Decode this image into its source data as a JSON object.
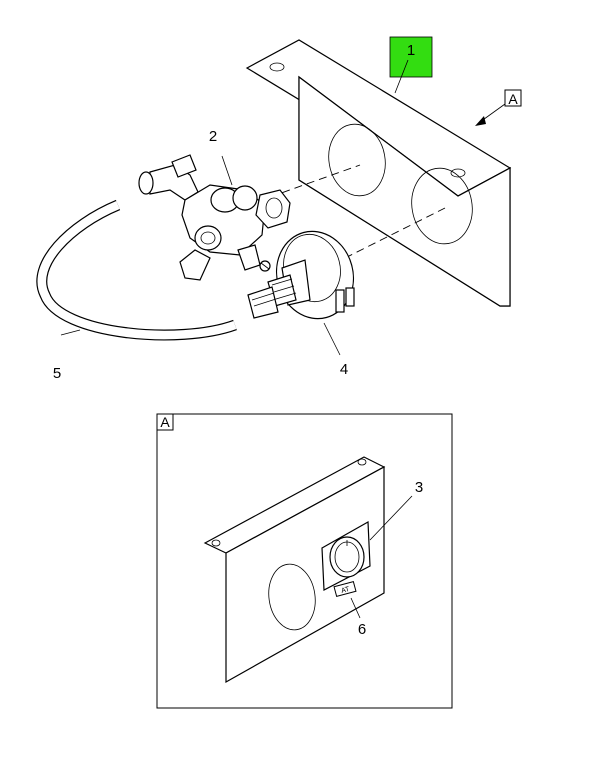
{
  "colors": {
    "highlight": "#33dd11",
    "line": "#000000",
    "background": "#ffffff"
  },
  "callouts": {
    "c1": "1",
    "c2": "2",
    "c3": "3",
    "c4": "4",
    "c5": "5",
    "c6": "6"
  },
  "view_ref": {
    "pointer_label": "A",
    "detail_label": "A"
  },
  "decal_text": "AT"
}
